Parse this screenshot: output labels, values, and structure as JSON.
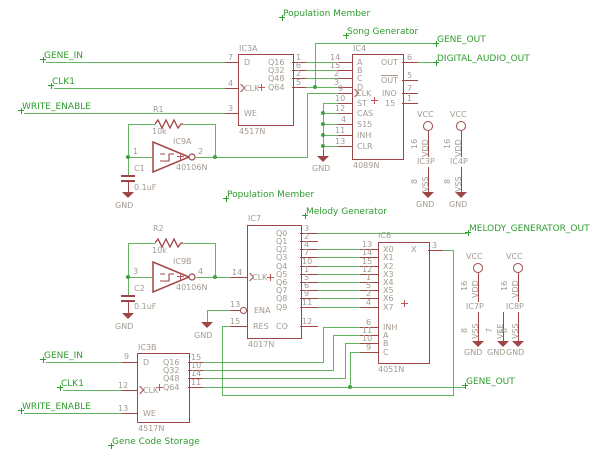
{
  "colors": {
    "wire": "#63b363",
    "net_label": "#2f9b2f",
    "component": "#a04545",
    "pin_text": "#a39a90"
  },
  "labels": {
    "pop_top": "Population Member",
    "song_gen": "Song Generator",
    "pop_mid": "Population Member",
    "melody_gen": "Melody Generator",
    "gene_storage": "Gene Code Storage"
  },
  "nets": {
    "gene_in": "GENE_IN",
    "clk1": "CLK1",
    "we": "WRITE_ENABLE",
    "gene_out": "GENE_OUT",
    "dao": "DIGITAL_AUDIO_OUT",
    "mgo": "MELODY_GENERATOR_OUT"
  },
  "power": {
    "vcc": "VCC",
    "gnd": "GND",
    "vdd": "VDD",
    "vss": "VSS",
    "vee": "VEE",
    "p16": "16",
    "p8": "8",
    "p7": "7",
    "ic3p": "IC3P",
    "ic4p": "IC4P",
    "ic7p": "IC7P",
    "ic8p": "IC8P"
  },
  "ic3a": {
    "name": "IC3A",
    "value": "4517N",
    "d": "D",
    "clk": "CLK",
    "we": "WE",
    "q16": "Q16",
    "q32": "Q32",
    "q48": "Q48",
    "q64": "Q64",
    "pd": "7",
    "pclk": "4",
    "pwe": "3",
    "pq16": "1",
    "pq32": "6",
    "pq48": "2",
    "pq64": "5"
  },
  "ic3b": {
    "name": "IC3B",
    "value": "4517N",
    "d": "D",
    "clk": "CLK",
    "we": "WE",
    "q16": "Q16",
    "q32": "Q32",
    "q48": "Q48",
    "q64": "Q64",
    "pd": "9",
    "pclk": "12",
    "pwe": "13",
    "pq16": "15",
    "pq32": "10",
    "pq48": "14",
    "pq64": "11"
  },
  "ic4": {
    "name": "IC4",
    "value": "4089N",
    "a": "A",
    "b": "B",
    "c": "C",
    "d": "D",
    "clk": "CLK",
    "st": "ST",
    "cas": "CAS",
    "s15": "S15",
    "inh": "INH",
    "clr": "CLR",
    "out": "OUT",
    "outb": "OUT",
    "ino": "INO",
    "o15": "15",
    "pa": "14",
    "pb": "15",
    "pc": "2",
    "pd": "3",
    "pclk": "9",
    "pst": "10",
    "pcas": "12",
    "ps15": "4",
    "pinh": "11",
    "pclr": "13",
    "pout": "6",
    "poutb": "5",
    "pino": "7",
    "po15": "1"
  },
  "ic7": {
    "name": "IC7",
    "value": "4017N",
    "clk": "CLK",
    "ena": "ENA",
    "res": "RES",
    "pclk": "14",
    "pena": "13",
    "pres": "15",
    "co": "CO",
    "pco": "12",
    "q": [
      "Q0",
      "Q1",
      "Q2",
      "Q3",
      "Q4",
      "Q5",
      "Q6",
      "Q7",
      "Q8",
      "Q9"
    ],
    "pq": [
      "3",
      "2",
      "4",
      "7",
      "10",
      "1",
      "5",
      "6",
      "9",
      "11"
    ]
  },
  "ic8": {
    "name": "IC8",
    "value": "4051N",
    "inh": "INH",
    "a": "A",
    "b": "B",
    "c": "C",
    "pinh": "6",
    "pa": "11",
    "pb": "10",
    "pc": "9",
    "xo": "X",
    "pxo": "3",
    "x": [
      "X0",
      "X1",
      "X2",
      "X3",
      "X4",
      "X5",
      "X6",
      "X7"
    ],
    "px": [
      "13",
      "14",
      "15",
      "12",
      "1",
      "5",
      "2",
      "4"
    ]
  },
  "r1": {
    "name": "R1",
    "value": "10k"
  },
  "r2": {
    "name": "R2",
    "value": "10k"
  },
  "c1": {
    "name": "C1",
    "value": "0.1uF"
  },
  "c2": {
    "name": "C2",
    "value": "0.1uF"
  },
  "ic9a": {
    "name": "IC9A",
    "value": "40106N",
    "pin": "1",
    "pout": "2"
  },
  "ic9b": {
    "name": "IC9B",
    "value": "40106N",
    "pin": "3",
    "pout": "4"
  }
}
